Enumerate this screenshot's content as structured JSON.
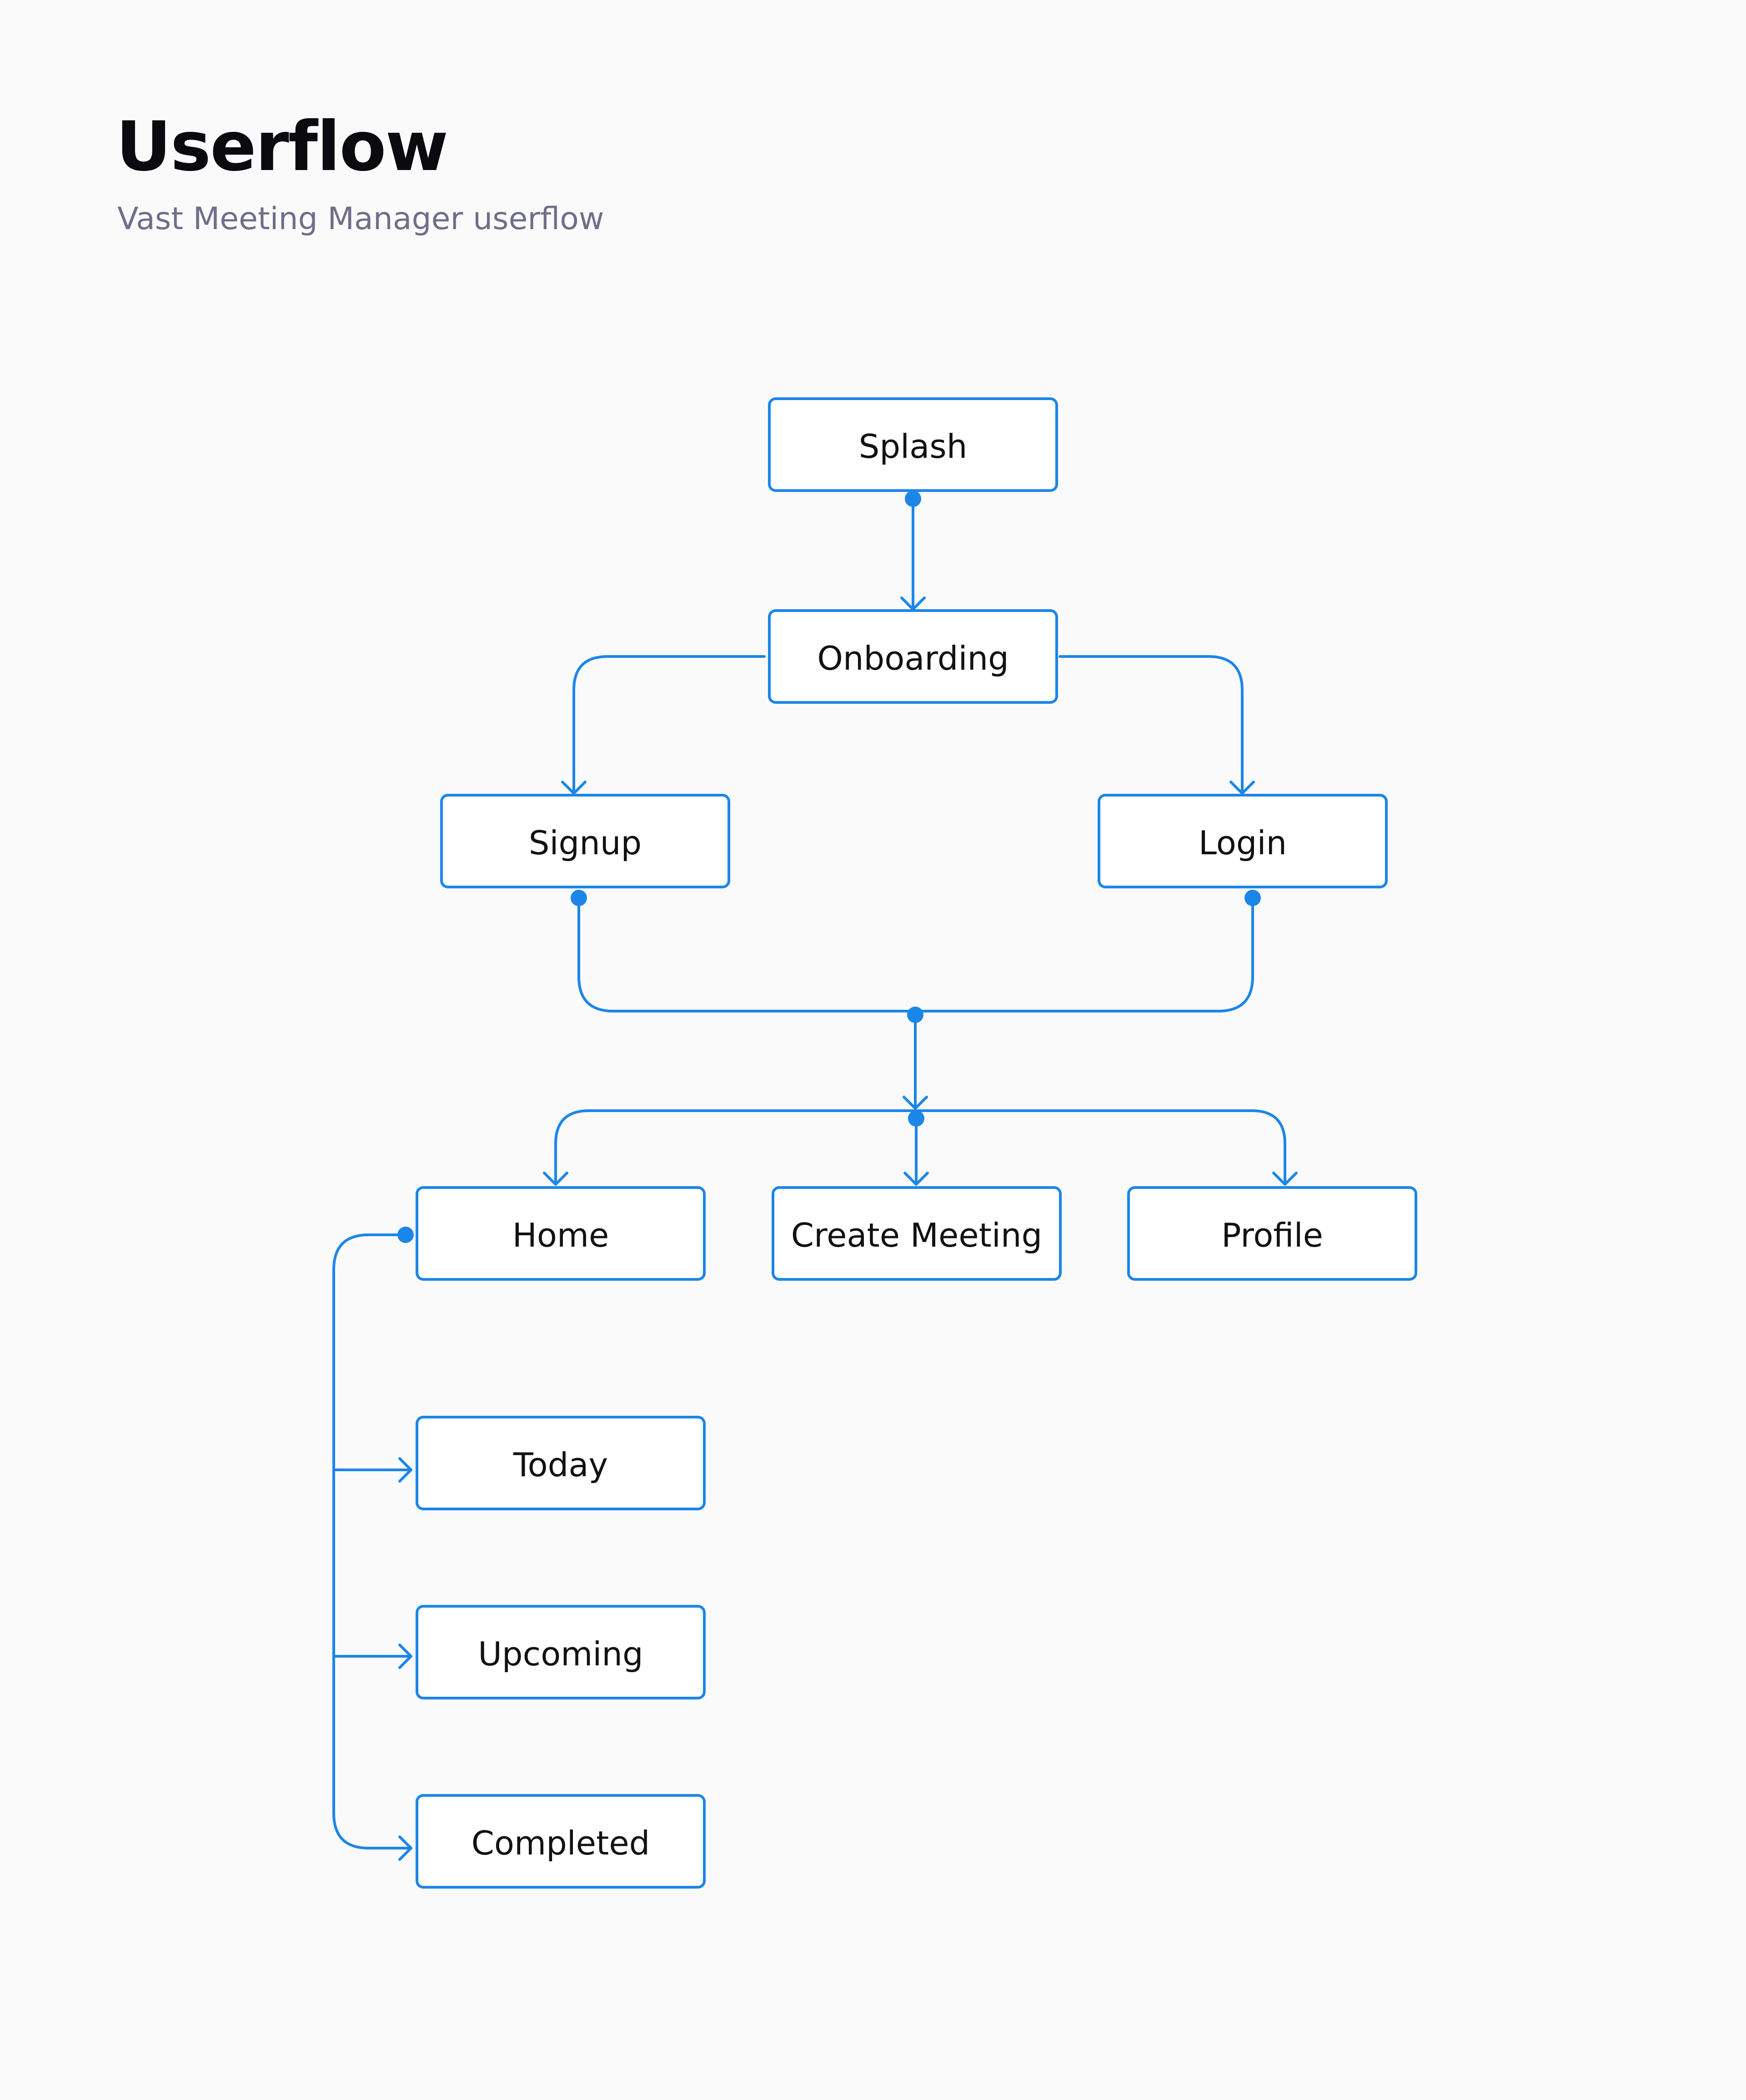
{
  "header": {
    "title": "Userflow",
    "subtitle": "Vast Meeting Manager userflow"
  },
  "colors": {
    "accent": "#1c86e8",
    "background": "#fafafa",
    "title": "#0b0b0f",
    "subtitle": "#6f6f8a"
  },
  "nodes": {
    "splash": "Splash",
    "onboarding": "Onboarding",
    "signup": "Signup",
    "login": "Login",
    "home": "Home",
    "create_meeting": "Create Meeting",
    "profile": "Profile",
    "today": "Today",
    "upcoming": "Upcoming",
    "completed": "Completed"
  },
  "edges": [
    {
      "from": "Splash",
      "to": "Onboarding"
    },
    {
      "from": "Onboarding",
      "to": "Signup"
    },
    {
      "from": "Onboarding",
      "to": "Login"
    },
    {
      "from": "Signup",
      "to": "Home"
    },
    {
      "from": "Signup",
      "to": "Create Meeting"
    },
    {
      "from": "Signup",
      "to": "Profile"
    },
    {
      "from": "Login",
      "to": "Home"
    },
    {
      "from": "Login",
      "to": "Create Meeting"
    },
    {
      "from": "Login",
      "to": "Profile"
    },
    {
      "from": "Home",
      "to": "Today"
    },
    {
      "from": "Home",
      "to": "Upcoming"
    },
    {
      "from": "Home",
      "to": "Completed"
    }
  ]
}
